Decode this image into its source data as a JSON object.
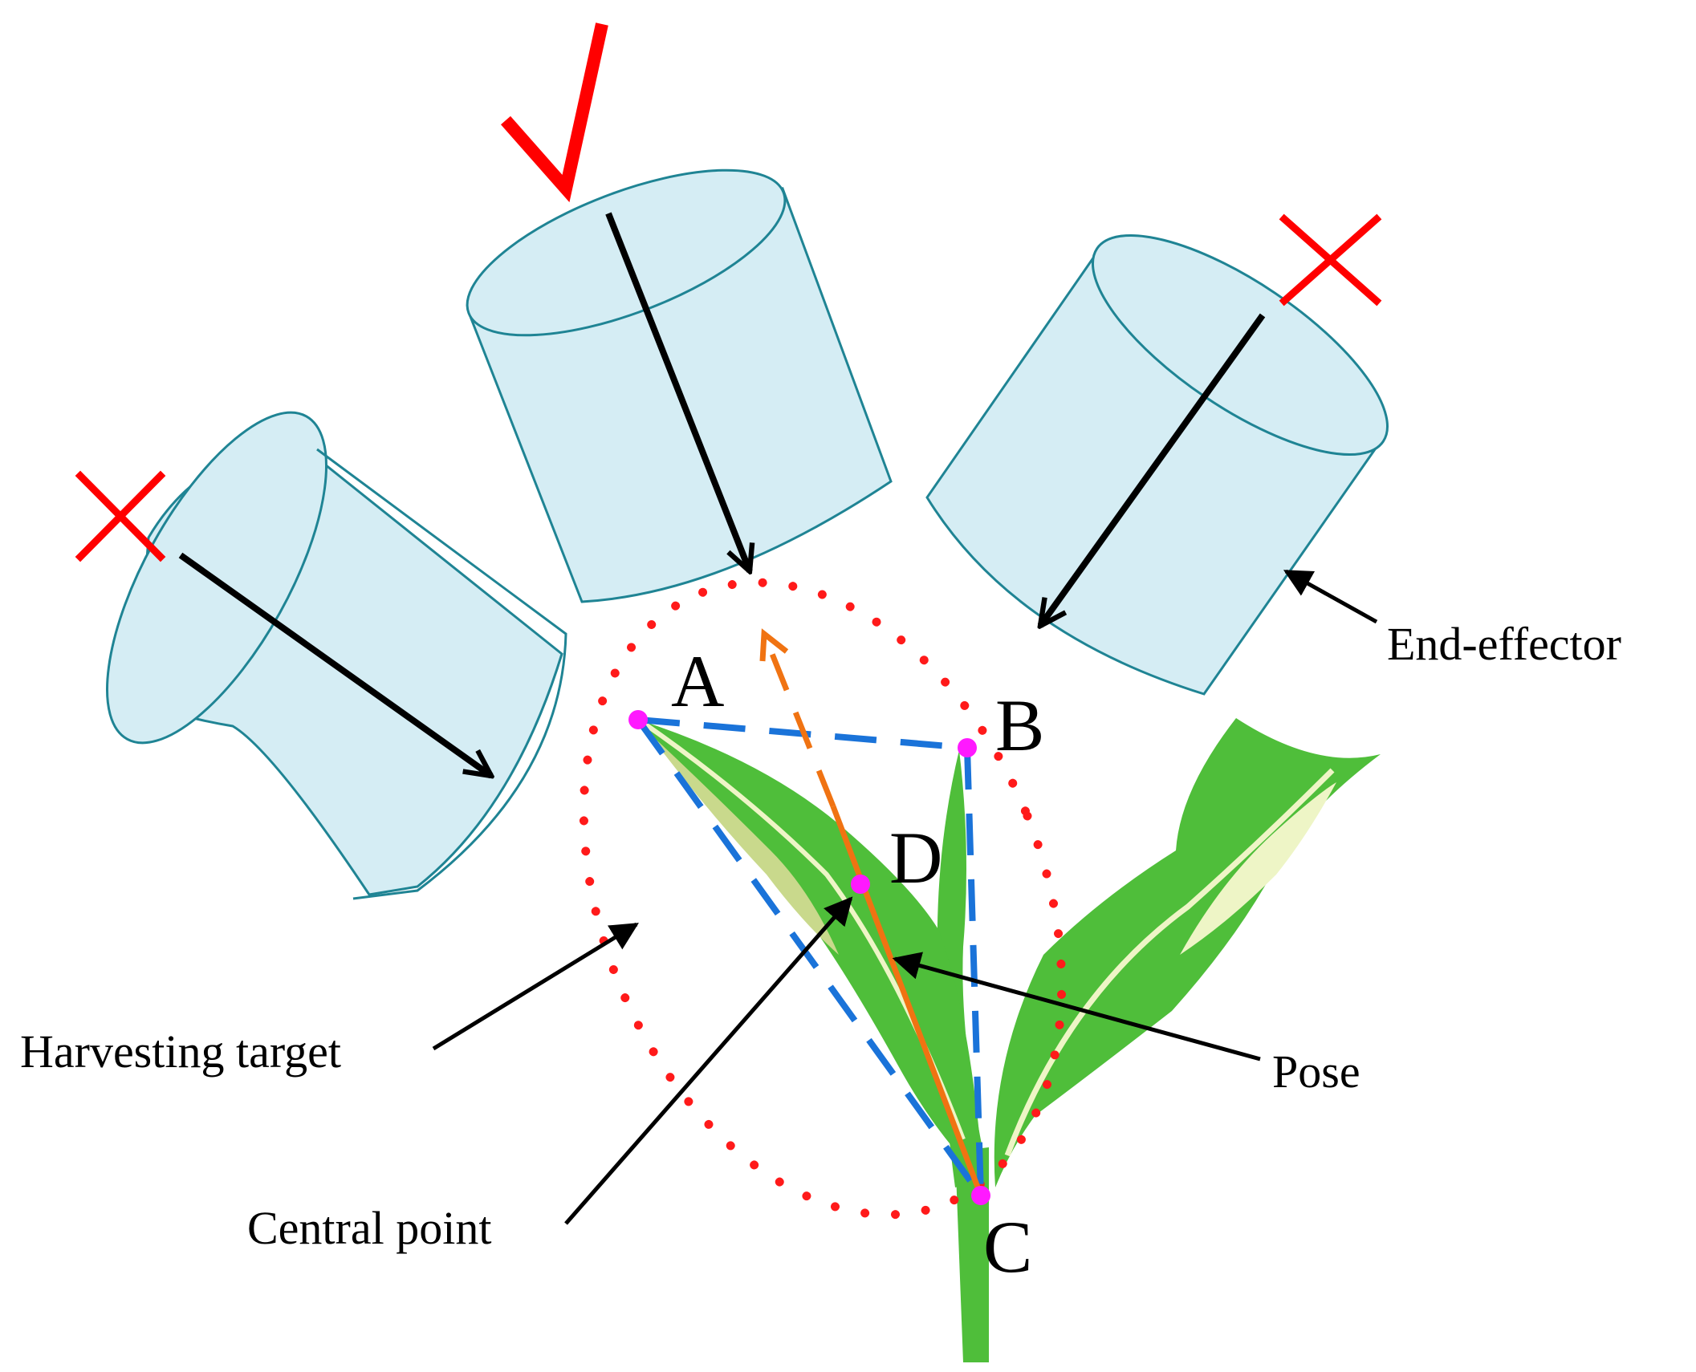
{
  "colors": {
    "cylinder_fill": "#d5edf4",
    "cylinder_stroke": "#1f8494",
    "leaf_green": "#4fbe3a",
    "leaf_light": "#c9d98c",
    "midrib_light": "#eef5c6",
    "target_dots": "#ff1a1a",
    "polygon_dash": "#1a73d9",
    "pose_line": "#f07312",
    "keypoint": "#ff19ff",
    "mark_red": "#ff0000",
    "arrow": "#000000"
  },
  "end_effectors": [
    {
      "name": "left",
      "mark": "cross-icon",
      "selected": false
    },
    {
      "name": "middle",
      "mark": "check-icon",
      "selected": true
    },
    {
      "name": "right",
      "mark": "cross-icon",
      "selected": false
    }
  ],
  "points": {
    "a": "A",
    "b": "B",
    "c": "C",
    "d": "D"
  },
  "labels": {
    "end_effector": "End-effector",
    "harvesting_target": "Harvesting target",
    "central_point": "Central point",
    "pose": "Pose"
  }
}
